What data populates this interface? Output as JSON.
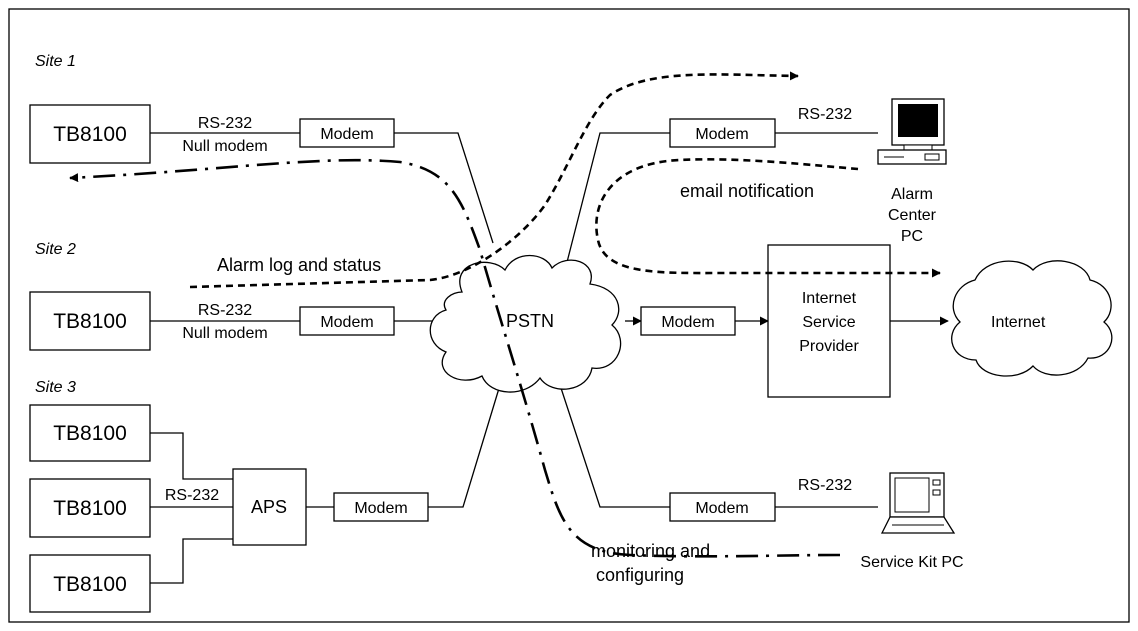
{
  "sites": [
    "Site 1",
    "Site 2",
    "Site 3"
  ],
  "devices": {
    "tb8100": "TB8100",
    "modem": "Modem",
    "aps": "APS",
    "pstn": "PSTN",
    "internet": "Internet",
    "isp": [
      "Internet",
      "Service",
      "Provider"
    ]
  },
  "connections": {
    "rs232": "RS-232",
    "null_modem": "Null modem"
  },
  "endpoints": {
    "alarm_center_pc": [
      "Alarm",
      "Center",
      "PC"
    ],
    "service_kit_pc": "Service Kit PC"
  },
  "flows": {
    "alarm_log": "Alarm log and status",
    "email": "email notification",
    "monitoring": [
      "monitoring and",
      "configuring"
    ]
  },
  "icons": [
    "desktop-computer-icon",
    "laptop-computer-icon",
    "cloud-icon"
  ]
}
